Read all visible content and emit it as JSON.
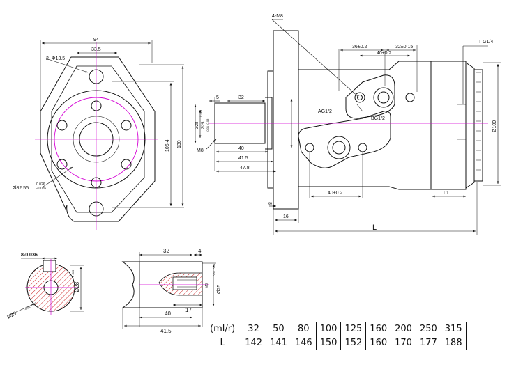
{
  "front_view": {
    "width_94": "94",
    "bolt_spacing_33_5": "33.5",
    "holes_2x": "2−Φ13.5",
    "height_106_4": "106.4",
    "height_130": "130",
    "pilot_dia": "Ø82.55",
    "pilot_tol_upper": "0.026",
    "pilot_tol_lower": "-0.076"
  },
  "side_view": {
    "port_4m8": "4-M8",
    "dim_36": "36±0.2",
    "dim_32_015": "32±0.15",
    "dim_40_top": "40±0.2",
    "port_t": "T G1/4",
    "dim_5": "5",
    "dim_32": "32",
    "shaft_dia_main": "Ø25",
    "shaft_dia_main_tol": "-0.01 -0.03",
    "shaft_dia_key": "Ø28",
    "shaft_dia_key_tol": "0 -0.3",
    "ag": "AG1/2",
    "bg": "BG1/2",
    "m8": "M8",
    "dim_40": "40",
    "dim_41_5": "41.5",
    "dim_47_8": "47.8",
    "dim_40_bottom": "40±0.2",
    "l1": "L1",
    "dim_100": "Ø100",
    "dim_8": "8",
    "dim_16": "16",
    "dim_L": "L"
  },
  "section_view": {
    "key_width": "8-0.036",
    "dia_28": "Ø28",
    "dia_28_tol": "0 -0.3",
    "dia_25": "Ø25",
    "dia_25_tol": "-0.01 -0.03"
  },
  "shaft_view": {
    "dim_32": "32",
    "dim_4": "4",
    "m8": "M8",
    "dia_25": "Ø25",
    "dia_25_tol": "-0.01 -0.03",
    "dim_17": "17",
    "dim_40": "40",
    "dim_41_5": "41.5"
  },
  "spec_table": {
    "row1": [
      "(ml/r)",
      "32",
      "50",
      "80",
      "100",
      "125",
      "160",
      "200",
      "250",
      "315"
    ],
    "row2": [
      "L",
      "142",
      "141",
      "146",
      "150",
      "152",
      "160",
      "170",
      "177",
      "188"
    ]
  },
  "colors": {
    "line": "#111111",
    "center": "#d400d4",
    "hatch": "#cc2222"
  }
}
